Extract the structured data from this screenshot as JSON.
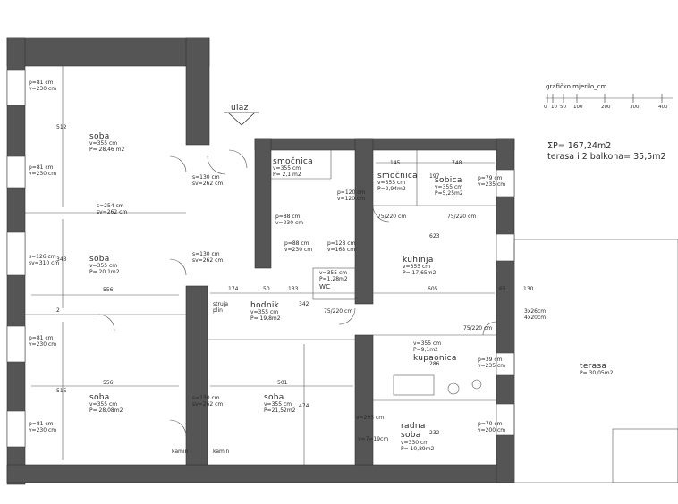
{
  "entrance_label": "ulaz",
  "scale": {
    "label": "grafičko mjerilo_cm",
    "ticks": [
      "0",
      "10",
      "50",
      "100",
      "200",
      "300",
      "400"
    ]
  },
  "summary": {
    "total_area": "ΣP= 167,24m2",
    "terrace_balconies": "terasa i 2 balkona= 35,5m2"
  },
  "rooms": [
    {
      "id": "soba-1",
      "name": "soba",
      "lines": [
        "v=355 cm",
        "P= 28,46 m2"
      ]
    },
    {
      "id": "soba-2",
      "name": "soba",
      "lines": [
        "v=355 cm",
        "P= 20,1m2"
      ]
    },
    {
      "id": "soba-3",
      "name": "soba",
      "lines": [
        "v=355 cm",
        "P= 28,08m2"
      ]
    },
    {
      "id": "soba-4",
      "name": "soba",
      "lines": [
        "v=355 cm",
        "P=21,52m2"
      ]
    },
    {
      "id": "smocnica-1",
      "name": "smočnica",
      "lines": [
        "v=355 cm",
        "P= 2,1 m2"
      ]
    },
    {
      "id": "smocnica-2",
      "name": "smočnica",
      "lines": [
        "v=355 cm",
        "P=2,94m2"
      ]
    },
    {
      "id": "sobica",
      "name": "sobica",
      "lines": [
        "v=355 cm",
        "P=5,25m2"
      ]
    },
    {
      "id": "kuhinja",
      "name": "kuhinja",
      "lines": [
        "v=355 cm",
        "P= 17,65m2"
      ]
    },
    {
      "id": "hodnik",
      "name": "hodnik",
      "lines": [
        "v=355 cm",
        "P= 19,8m2"
      ]
    },
    {
      "id": "kupaonica",
      "name": "kupaonica",
      "lines": [
        "v=355 cm",
        "P=9,1m2"
      ]
    },
    {
      "id": "radna-soba",
      "name": "radna soba",
      "lines": [
        "v=330 cm",
        "P= 10,89m2"
      ]
    },
    {
      "id": "terasa",
      "name": "terasa",
      "lines": [
        "P= 30,05m2"
      ]
    },
    {
      "id": "wc",
      "name": "WC",
      "lines": [
        "v=355 cm",
        "P=1,28m2"
      ]
    }
  ],
  "openings": [
    {
      "id": "w1",
      "lines": [
        "p=81 cm",
        "v=230 cm"
      ]
    },
    {
      "id": "w2",
      "lines": [
        "p=81 cm",
        "v=230 cm"
      ]
    },
    {
      "id": "w3",
      "lines": [
        "s=126 cm",
        "sv=310 cm"
      ]
    },
    {
      "id": "w4",
      "lines": [
        "p=81 cm",
        "v=230 cm"
      ]
    },
    {
      "id": "w5",
      "lines": [
        "p=81 cm",
        "v=230 cm"
      ]
    },
    {
      "id": "d1",
      "lines": [
        "s=130 cm",
        "sv=262 cm"
      ]
    },
    {
      "id": "d2",
      "lines": [
        "s=254 cm",
        "sv=262 cm"
      ]
    },
    {
      "id": "d3",
      "lines": [
        "s=130 cm",
        "sv=262 cm"
      ]
    },
    {
      "id": "d4",
      "lines": [
        "s=130 cm",
        "sv=262 cm"
      ]
    },
    {
      "id": "d5",
      "lines": [
        "p=120 cm",
        "v=120 cm"
      ]
    },
    {
      "id": "d6",
      "lines": [
        "p=88 cm",
        "v=230 cm"
      ]
    },
    {
      "id": "d7",
      "lines": [
        "p=88 cm",
        "v=230 cm"
      ]
    },
    {
      "id": "d8",
      "lines": [
        "p=128 cm",
        "v=168 cm"
      ]
    },
    {
      "id": "d9",
      "lines": [
        "75/220 cm"
      ]
    },
    {
      "id": "d10",
      "lines": [
        "75/220 cm"
      ]
    },
    {
      "id": "d11",
      "lines": [
        "75/220 cm"
      ]
    },
    {
      "id": "d12",
      "lines": [
        "75/220 cm"
      ]
    },
    {
      "id": "w6",
      "lines": [
        "p=79 cm",
        "v=235 cm"
      ]
    },
    {
      "id": "w7",
      "lines": [
        "p=39 cm",
        "v=235 cm"
      ]
    },
    {
      "id": "w8",
      "lines": [
        "p=70 cm",
        "v=200 cm"
      ]
    },
    {
      "id": "d13",
      "lines": [
        "v=295 cm"
      ]
    },
    {
      "id": "d14",
      "lines": [
        "v=7=19cm"
      ]
    },
    {
      "id": "b1",
      "lines": [
        "3x26cm",
        "4x20cm"
      ]
    }
  ],
  "dimensions": [
    "512",
    "343",
    "556",
    "556",
    "515",
    "174",
    "50",
    "133",
    "342",
    "605",
    "65",
    "130",
    "145",
    "748",
    "197",
    "501",
    "474",
    "286",
    "232",
    "623",
    "2"
  ],
  "labels": {
    "struja": "struja",
    "plin": "plin",
    "kamin1": "kamin",
    "kamin2": "kamin"
  }
}
